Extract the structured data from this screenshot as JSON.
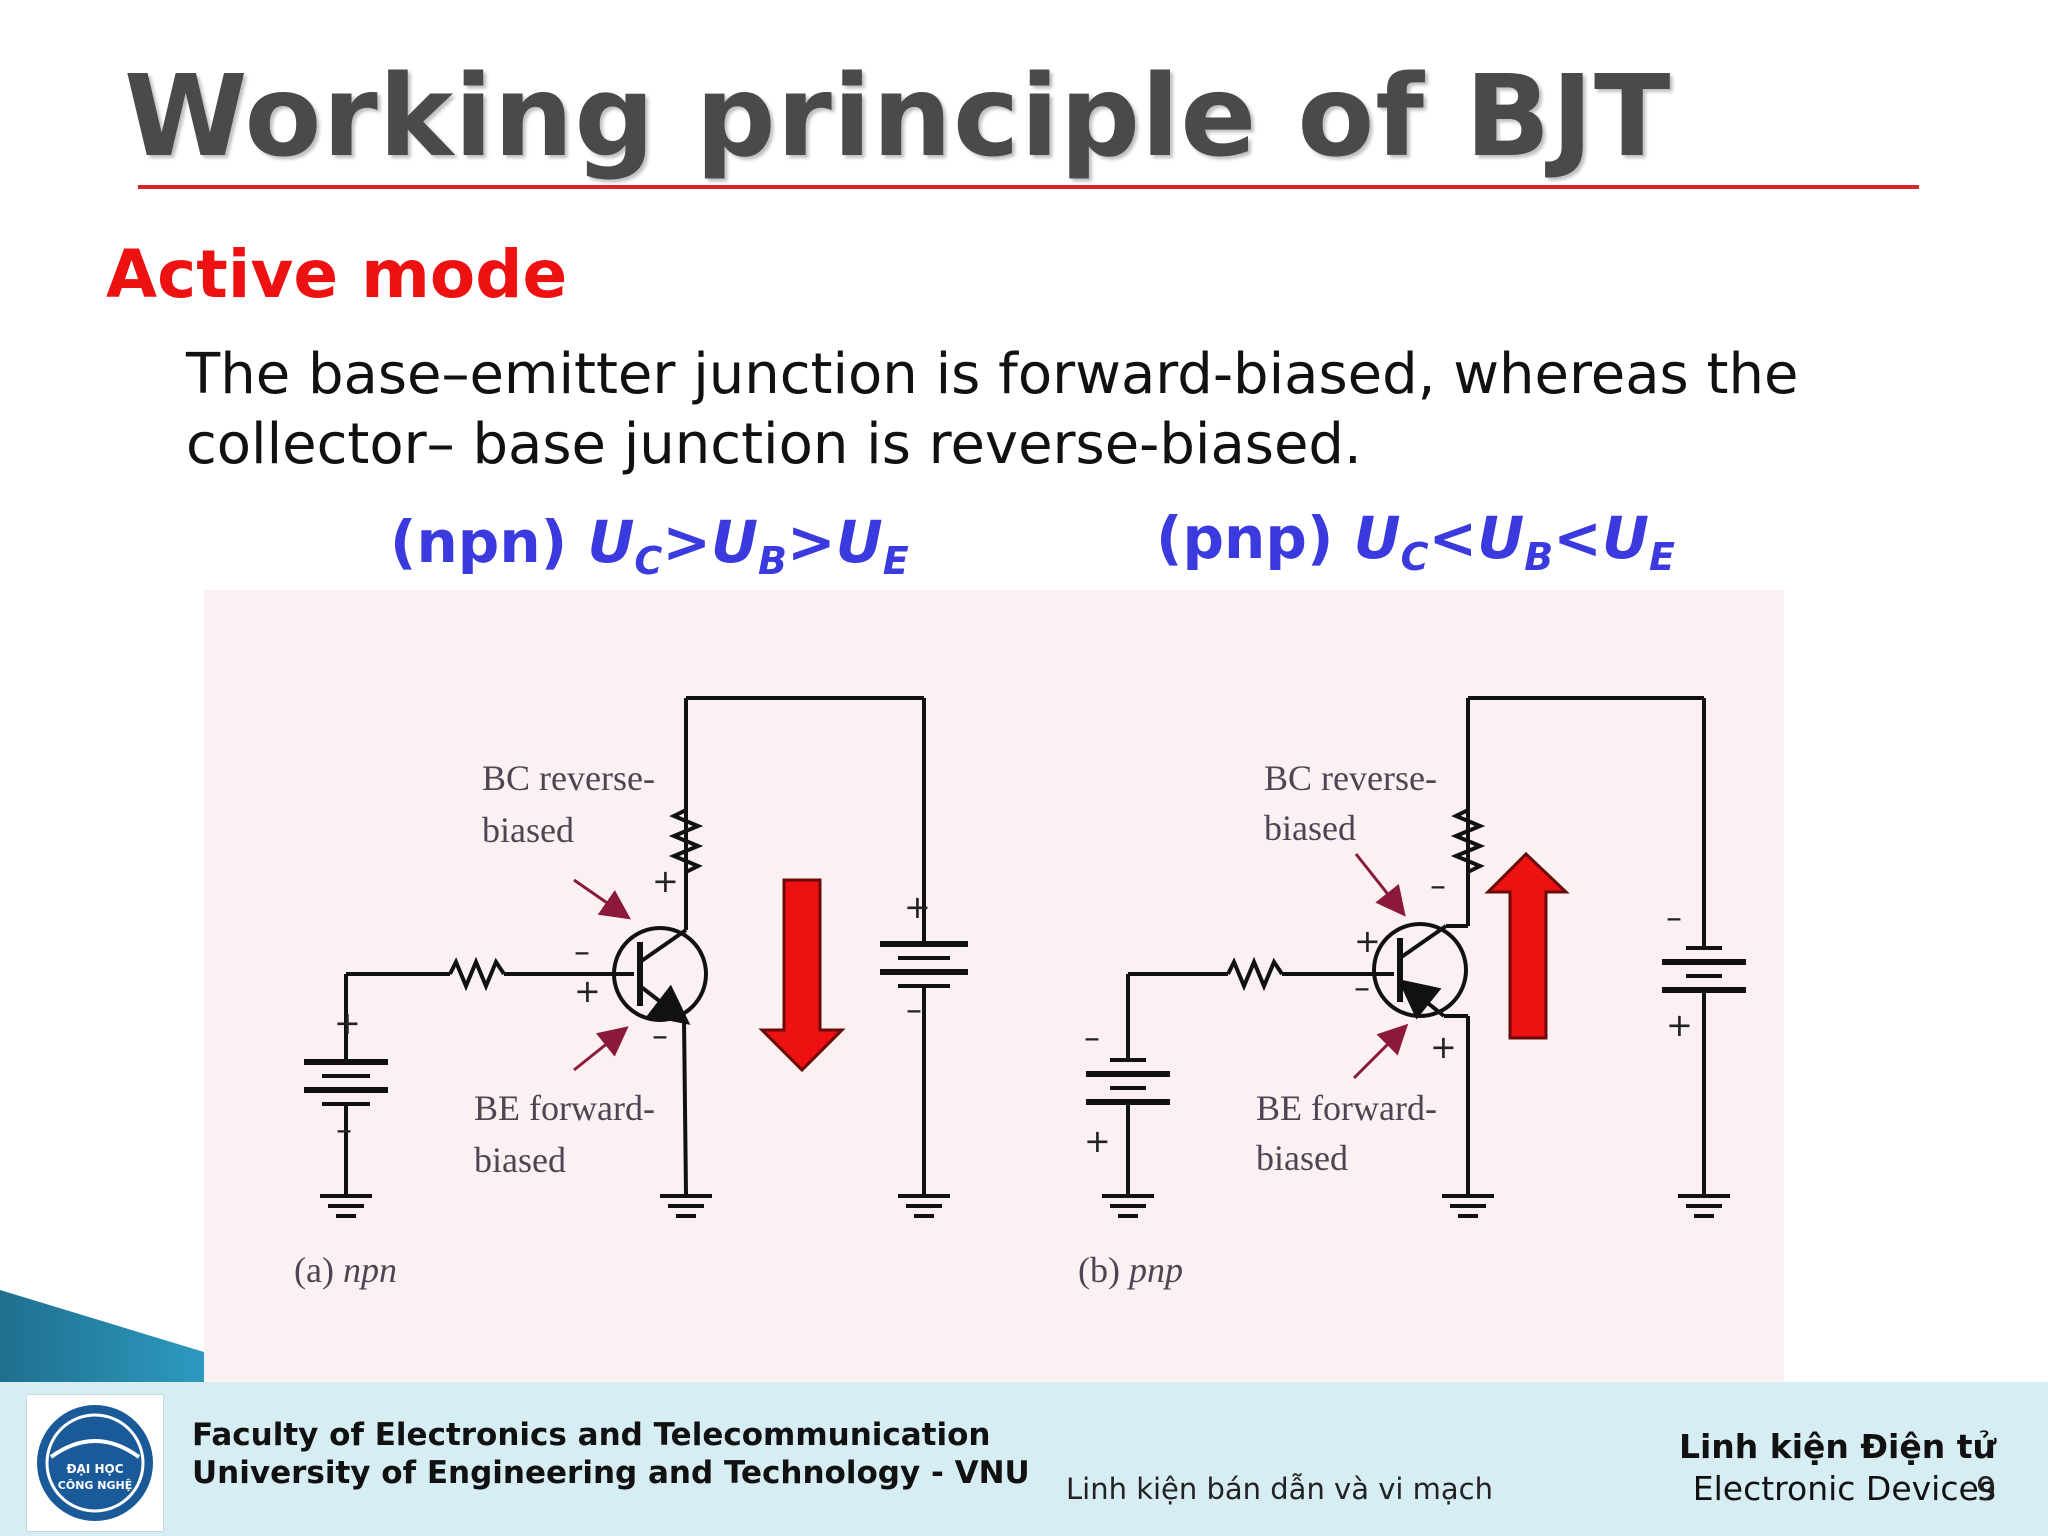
{
  "slide": {
    "title": "Working principle of BJT",
    "section": "Active mode",
    "body_line1": "The base–emitter junction is forward-biased, whereas the",
    "body_line2": "collector– base junction is reverse-biased."
  },
  "conditions": {
    "npn": {
      "prefix": "(npn) ",
      "u": "U",
      "c": "C",
      "gt1": ">",
      "b": "B",
      "gt2": ">",
      "e": "E"
    },
    "pnp": {
      "prefix": "(pnp) ",
      "u": "U",
      "c": "C",
      "lt1": "<",
      "b": "B",
      "lt2": "<",
      "e": "E"
    }
  },
  "diagram": {
    "npn": {
      "bc_label_1": "BC reverse-",
      "bc_label_2": "biased",
      "be_label_1": "BE forward-",
      "be_label_2": "biased",
      "caption_prefix": "(a) ",
      "caption_type": "npn",
      "arrow_direction": "down"
    },
    "pnp": {
      "bc_label_1": "BC reverse-",
      "bc_label_2": "biased",
      "be_label_1": "BE forward-",
      "be_label_2": "biased",
      "caption_prefix": "(b) ",
      "caption_type": "pnp",
      "arrow_direction": "up"
    },
    "colors": {
      "arrow": "#ee1111",
      "label": "#4e4452",
      "pointer": "#8b1a3a"
    }
  },
  "footer": {
    "faculty_line1": "Faculty of Electronics and Telecommunication",
    "faculty_line2": "University of Engineering and Technology - VNU",
    "course_sub": "Linh kiện bán dẫn và vi mạch",
    "course_vn": "Linh kiện Điện tử",
    "course_en": "Electronic Devices",
    "page_number": "9",
    "logo_text_1": "ĐẠI HỌC",
    "logo_text_2": "CÔNG NGHỆ"
  }
}
